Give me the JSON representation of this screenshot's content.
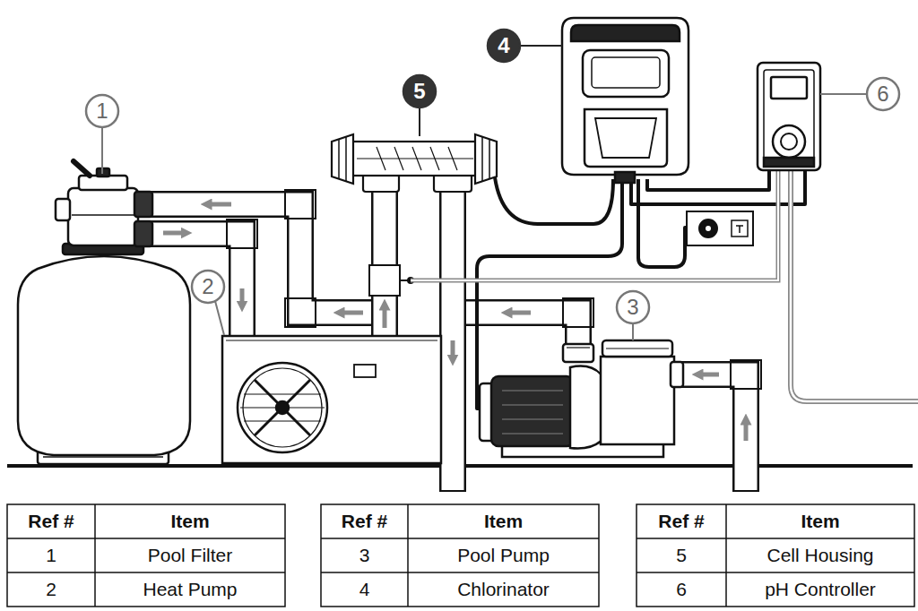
{
  "diagram": {
    "labels": [
      "1",
      "5",
      "4",
      "6",
      "2",
      "3",
      "Ref #",
      "Item",
      "1",
      "Pool Filter",
      "2",
      "Heat Pump",
      "Ref #",
      "Item",
      "3",
      "Pool Pump",
      "4",
      "Chlorinator",
      "Ref #",
      "Item",
      "5",
      "Cell Housing",
      "6",
      "pH Controller"
    ]
  }
}
